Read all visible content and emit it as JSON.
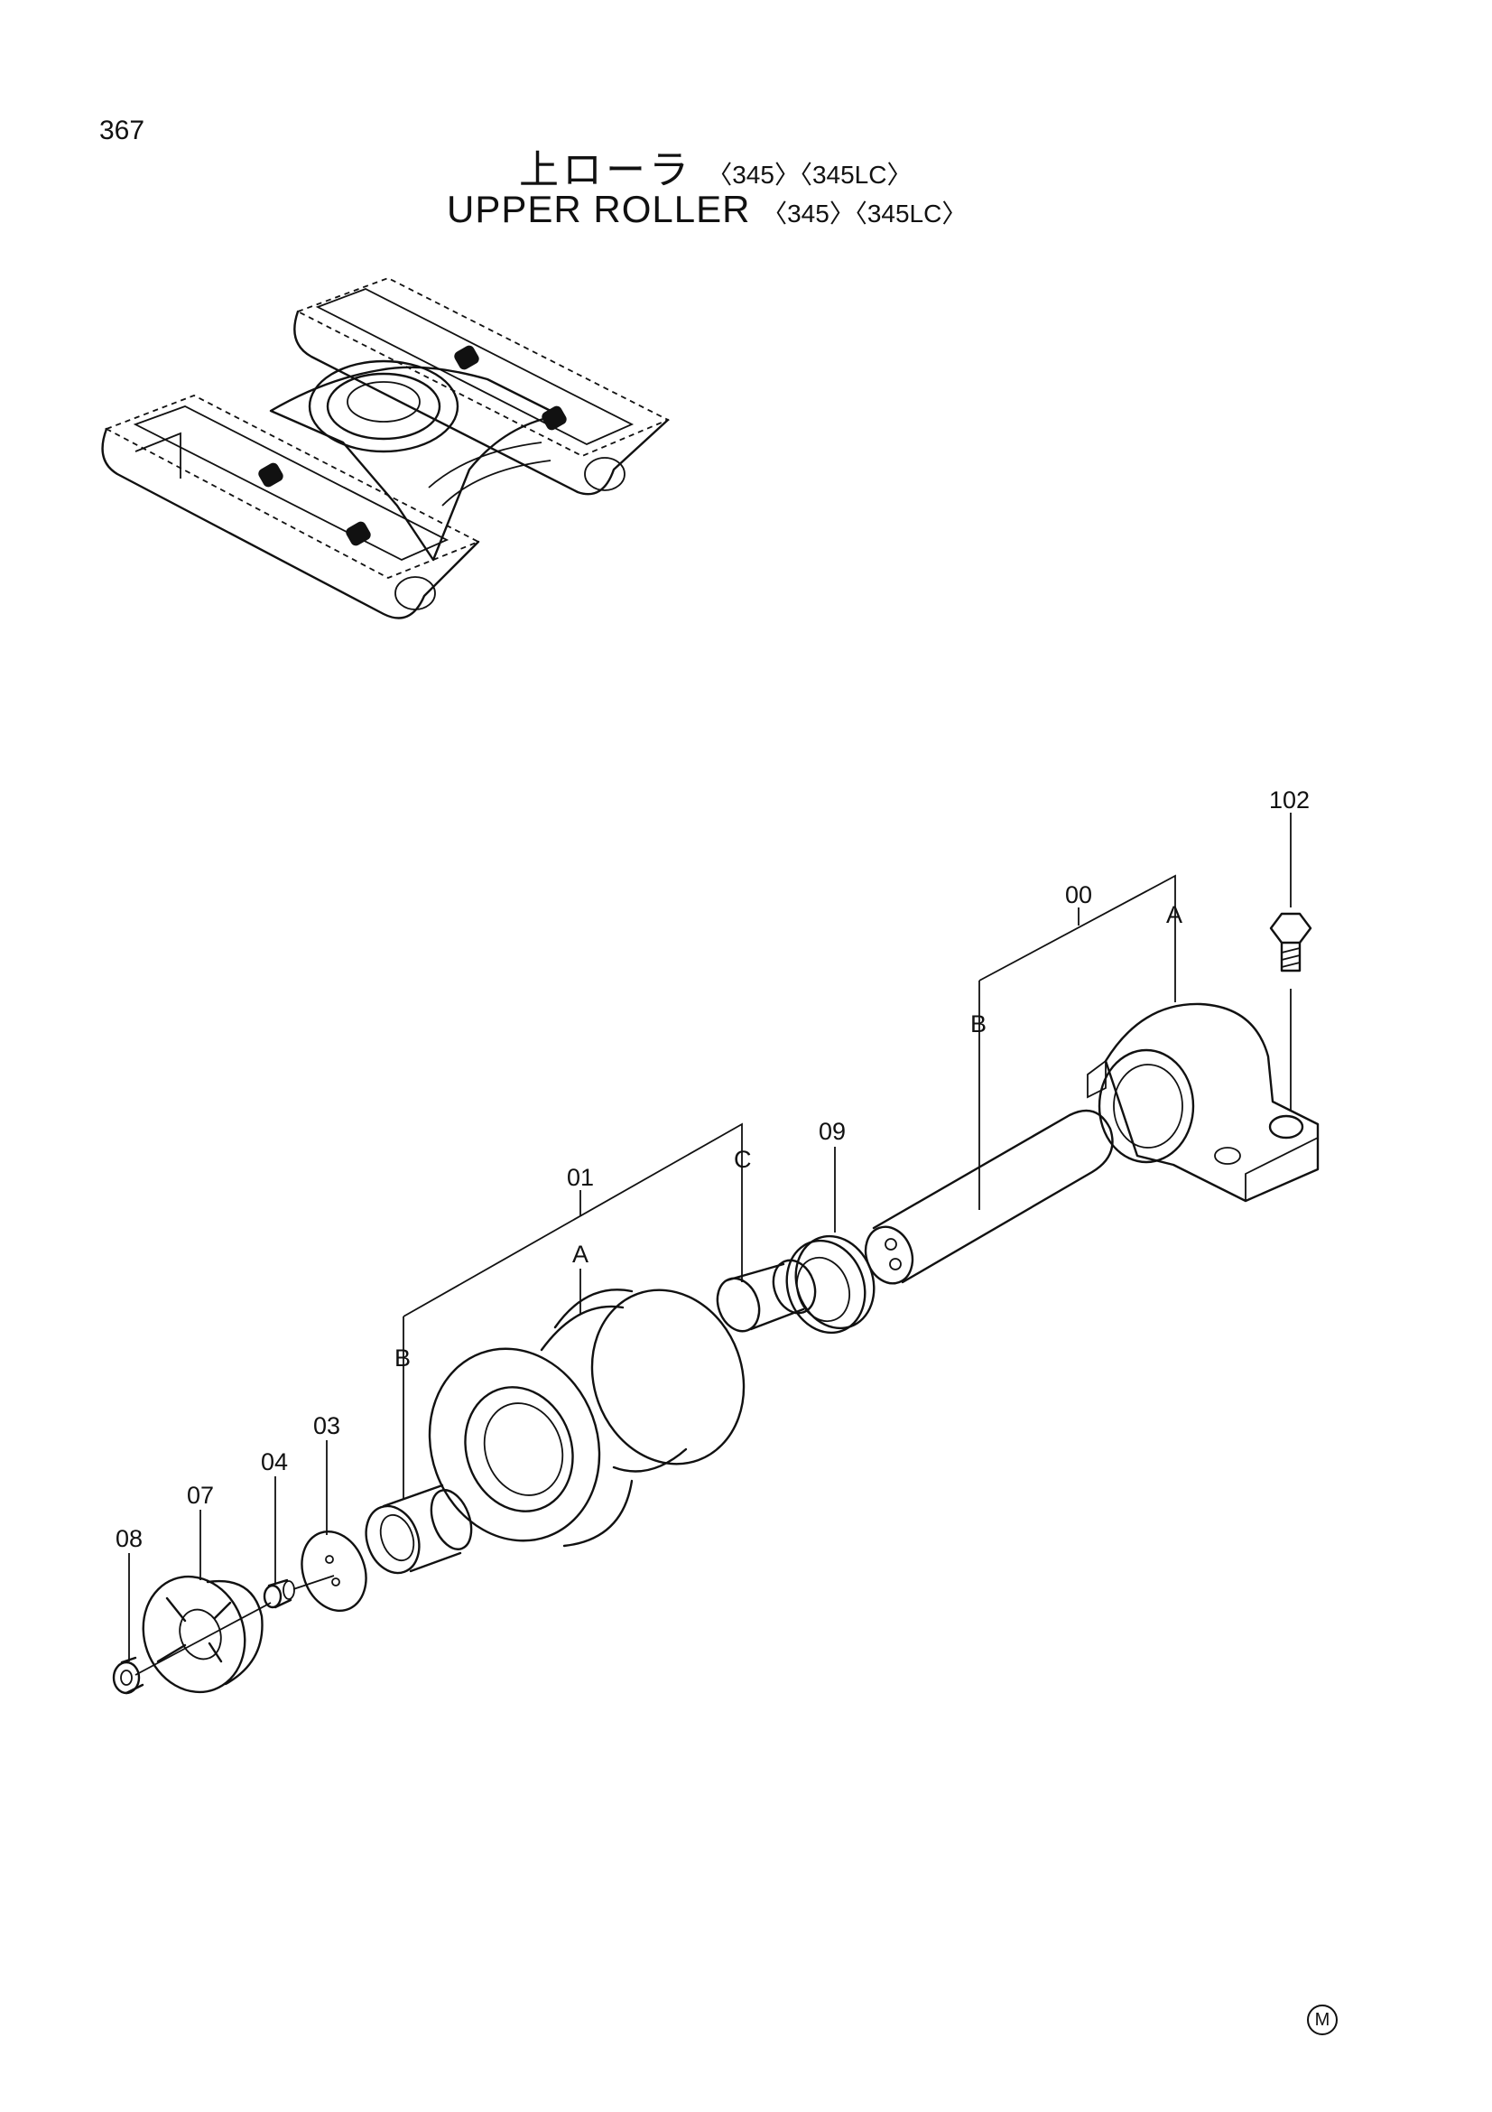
{
  "page_number": "367",
  "title": {
    "japanese": "上ローラ",
    "english": "UPPER ROLLER",
    "models": [
      "〈345〉",
      "〈345LC〉"
    ]
  },
  "callouts": {
    "c102": "102",
    "c00": "00",
    "c00_A": "A",
    "c00_B": "B",
    "c09": "09",
    "c01": "01",
    "c01_A": "A",
    "c01_B": "B",
    "c01_C": "C",
    "c03": "03",
    "c04": "04",
    "c07": "07",
    "c08": "08"
  },
  "corner_mark": "M"
}
